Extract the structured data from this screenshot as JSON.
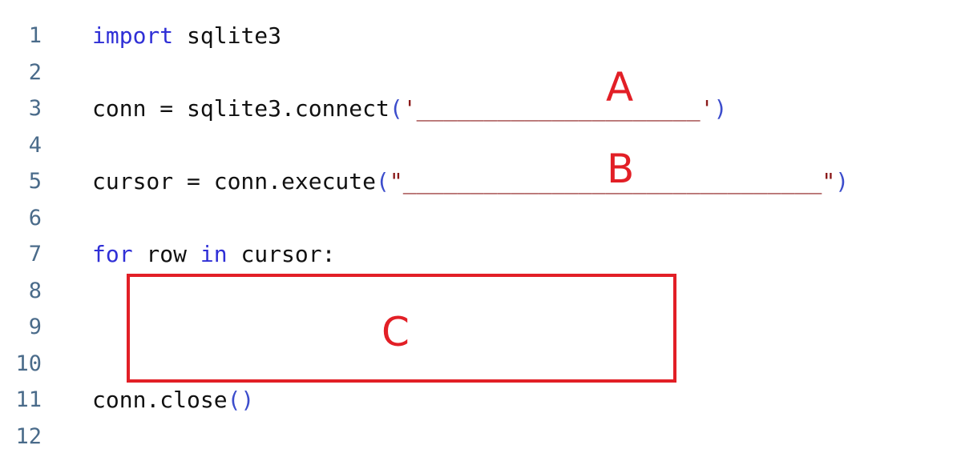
{
  "editor": {
    "line_numbers": [
      "1",
      "2",
      "3",
      "4",
      "5",
      "6",
      "7",
      "8",
      "9",
      "10",
      "11",
      "12"
    ],
    "line1": {
      "kw": "import",
      "rest": " sqlite3"
    },
    "line3": {
      "prefix": "conn = sqlite3.connect",
      "open_paren": "(",
      "quote_open": "'",
      "blank": "_____________________",
      "quote_close": "'",
      "close_paren": ")"
    },
    "line5": {
      "prefix": "cursor = conn.execute",
      "open_paren": "(",
      "quote_open": "\"",
      "blank": "_______________________________",
      "quote_close": "\"",
      "close_paren": ")"
    },
    "line7": {
      "kw_for": "for",
      "mid1": " row ",
      "kw_in": "in",
      "mid2": " cursor:"
    },
    "line11": {
      "prefix": "conn.close",
      "parens": "()"
    }
  },
  "blanks": {
    "a_label": "A",
    "b_label": "B",
    "c_label": "C"
  },
  "colors": {
    "keyword": "#2f2fd6",
    "paren": "#3c4dcc",
    "string": "#8b1a1a",
    "label": "#e21f26",
    "line_number": "#4a6b8a"
  }
}
